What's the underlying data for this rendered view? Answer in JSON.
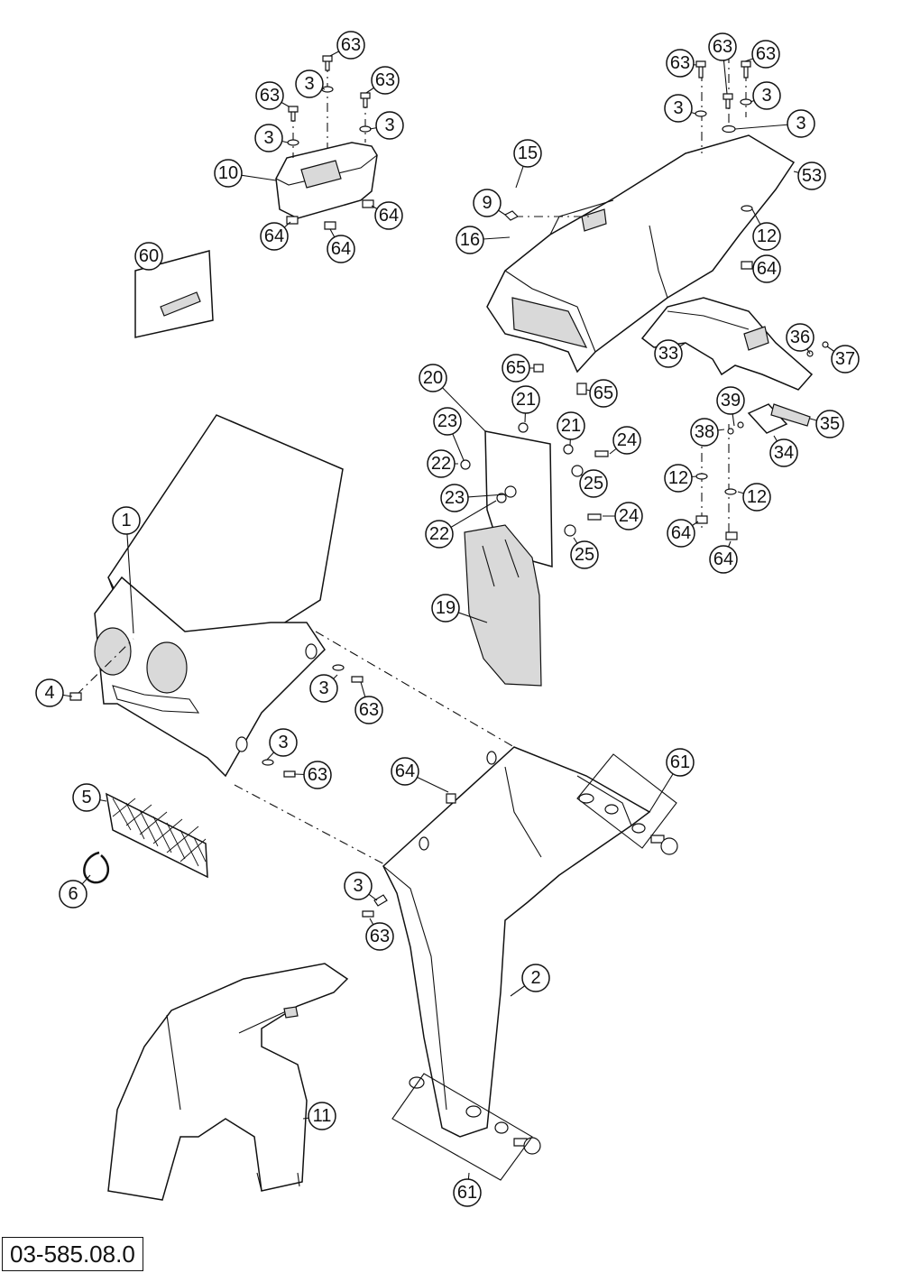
{
  "drawing_number": "03-585.08.0",
  "callouts": [
    {
      "label": "63"
    },
    {
      "label": "3"
    },
    {
      "label": "63"
    },
    {
      "label": "63"
    },
    {
      "label": "3"
    },
    {
      "label": "3"
    },
    {
      "label": "10"
    },
    {
      "label": "64"
    },
    {
      "label": "64"
    },
    {
      "label": "64"
    },
    {
      "label": "60"
    },
    {
      "label": "63"
    },
    {
      "label": "63"
    },
    {
      "label": "63"
    },
    {
      "label": "3"
    },
    {
      "label": "3"
    },
    {
      "label": "3"
    },
    {
      "label": "15"
    },
    {
      "label": "9"
    },
    {
      "label": "16"
    },
    {
      "label": "53"
    },
    {
      "label": "12"
    },
    {
      "label": "64"
    },
    {
      "label": "33"
    },
    {
      "label": "36"
    },
    {
      "label": "37"
    },
    {
      "label": "65"
    },
    {
      "label": "65"
    },
    {
      "label": "20"
    },
    {
      "label": "21"
    },
    {
      "label": "21"
    },
    {
      "label": "23"
    },
    {
      "label": "22"
    },
    {
      "label": "24"
    },
    {
      "label": "25"
    },
    {
      "label": "23"
    },
    {
      "label": "22"
    },
    {
      "label": "24"
    },
    {
      "label": "25"
    },
    {
      "label": "19"
    },
    {
      "label": "39"
    },
    {
      "label": "38"
    },
    {
      "label": "35"
    },
    {
      "label": "34"
    },
    {
      "label": "12"
    },
    {
      "label": "12"
    },
    {
      "label": "64"
    },
    {
      "label": "64"
    },
    {
      "label": "1"
    },
    {
      "label": "4"
    },
    {
      "label": "3"
    },
    {
      "label": "63"
    },
    {
      "label": "3"
    },
    {
      "label": "63"
    },
    {
      "label": "5"
    },
    {
      "label": "6"
    },
    {
      "label": "64"
    },
    {
      "label": "61"
    },
    {
      "label": "3"
    },
    {
      "label": "63"
    },
    {
      "label": "2"
    },
    {
      "label": "11"
    },
    {
      "label": "61"
    }
  ]
}
